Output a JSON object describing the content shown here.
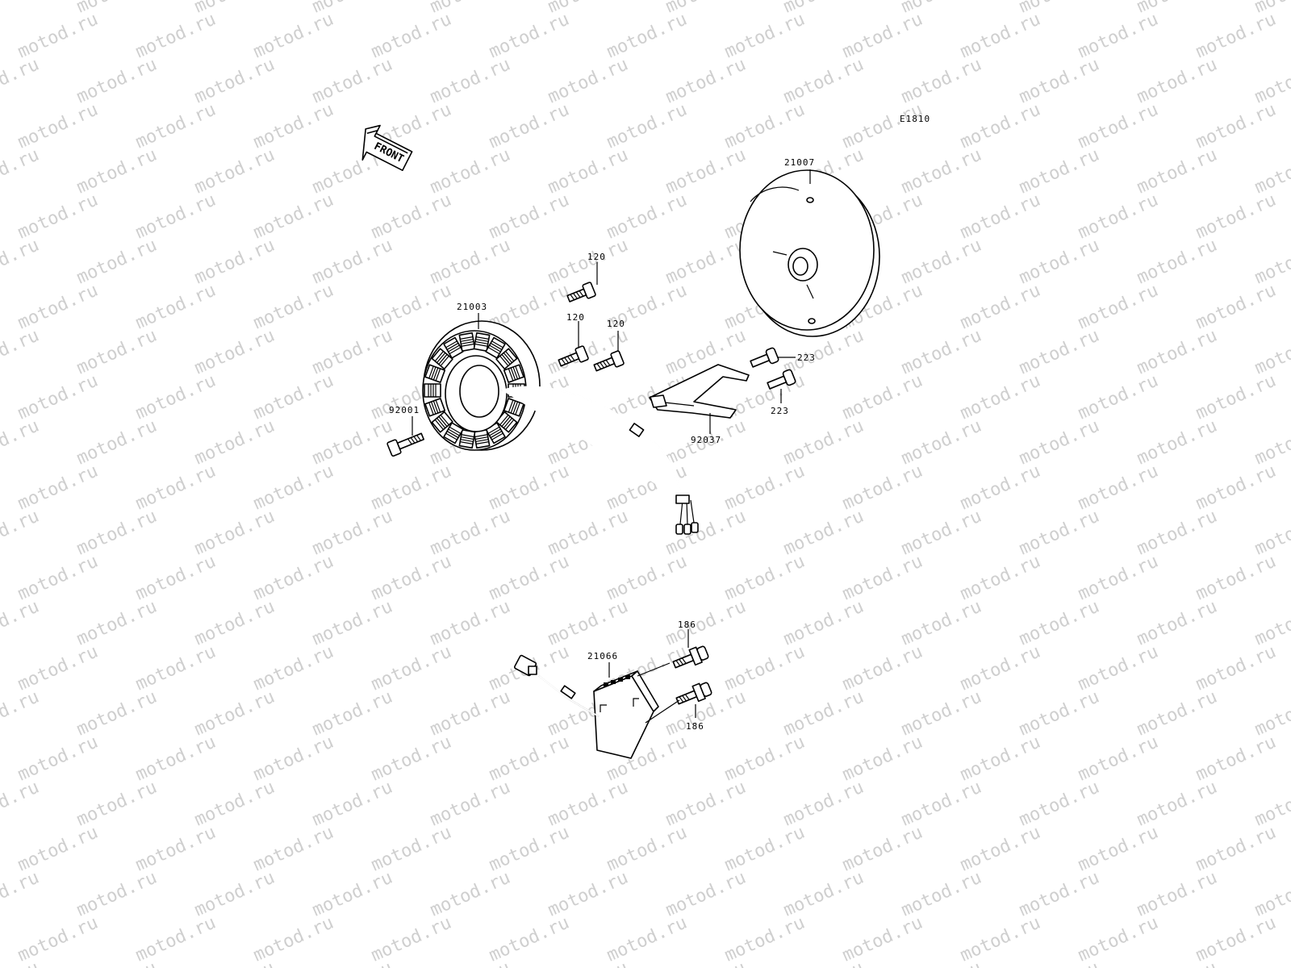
{
  "watermark": "motod.ru",
  "figure_code": "E1810",
  "front_arrow_label": "FRONT",
  "parts": {
    "flywheel": "21007",
    "stator": "21003",
    "bolt_stator_top": "120",
    "bolt_stator_mid": "120",
    "bolt_stator_right": "120",
    "bolt_stator_left": "92001",
    "clamp_bolt_upper": "223",
    "clamp_bolt_lower": "223",
    "clamp": "92037",
    "regulator": "21066",
    "regulator_bolt_upper": "186",
    "regulator_bolt_lower": "186"
  }
}
